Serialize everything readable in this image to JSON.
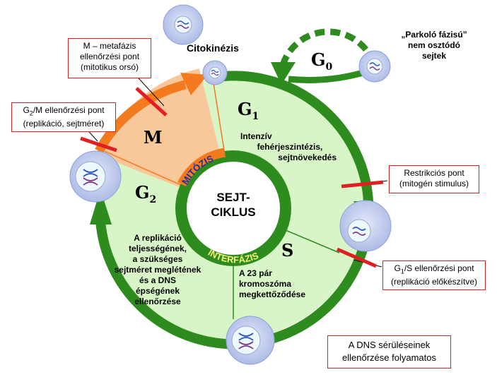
{
  "labels": {
    "cytokinesis": "Citokinézis",
    "parking_line1": "„Parkoló fázisú”",
    "parking_line2": "nem osztódó",
    "parking_line3": "sejtek",
    "g0": "G",
    "g0_sub": "0",
    "g1": "G",
    "g1_sub": "1",
    "g2": "G",
    "g2_sub": "2",
    "m": "M",
    "s": "S",
    "center_line1": "SEJT-",
    "center_line2": "CIKLUS",
    "mitosis": "MITÓZIS",
    "interphase": "INTERFÁZIS",
    "g1_desc_line1": "Intenzív",
    "g1_desc_line2": "fehérjeszintézis,",
    "g1_desc_line3": "sejtnövekedés",
    "g2_desc_line1": "A replikáció",
    "g2_desc_line2": "teljességének,",
    "g2_desc_line3": "a szükséges",
    "g2_desc_line4": "sejtméret meglétének",
    "g2_desc_line5": "és a DNS",
    "g2_desc_line6": "épségének",
    "g2_desc_line7": "ellenőrzése",
    "s_desc_line1": "A 23 pár",
    "s_desc_line2": "kromoszóma",
    "s_desc_line3": "megkettőződése"
  },
  "checkpoints": {
    "m_line1": "M – metafázis",
    "m_line2": "ellenőrzési pont",
    "m_line3": "(mitotikus orsó)",
    "g2m_line1_main": "G",
    "g2m_line1_sub": "2",
    "g2m_line1_rest": "/M ellenőrzési pont",
    "g2m_line2": "(replikáció, sejtméret)",
    "restriction_line1": "Restrikciós pont",
    "restriction_line2": "(mitogén stimulus)",
    "g1s_line1_main": "G",
    "g1s_line1_sub": "1",
    "g1s_line1_rest": "/S ellenőrzési pont",
    "g1s_line2": "(replikáció előkészítve)",
    "dna_line1": "A DNS sérüléseinek",
    "dna_line2": "ellenőrzése folyamatos"
  },
  "colors": {
    "ring_green": "#2e8b1e",
    "light_green": "#d8f5c8",
    "m_phase": "#f8c89a",
    "m_arrow": "#f47a20",
    "checkpoint_red": "#e02020",
    "cell_fill": "#c7d2ef",
    "nucleus_fill": "#ecf8fb"
  }
}
